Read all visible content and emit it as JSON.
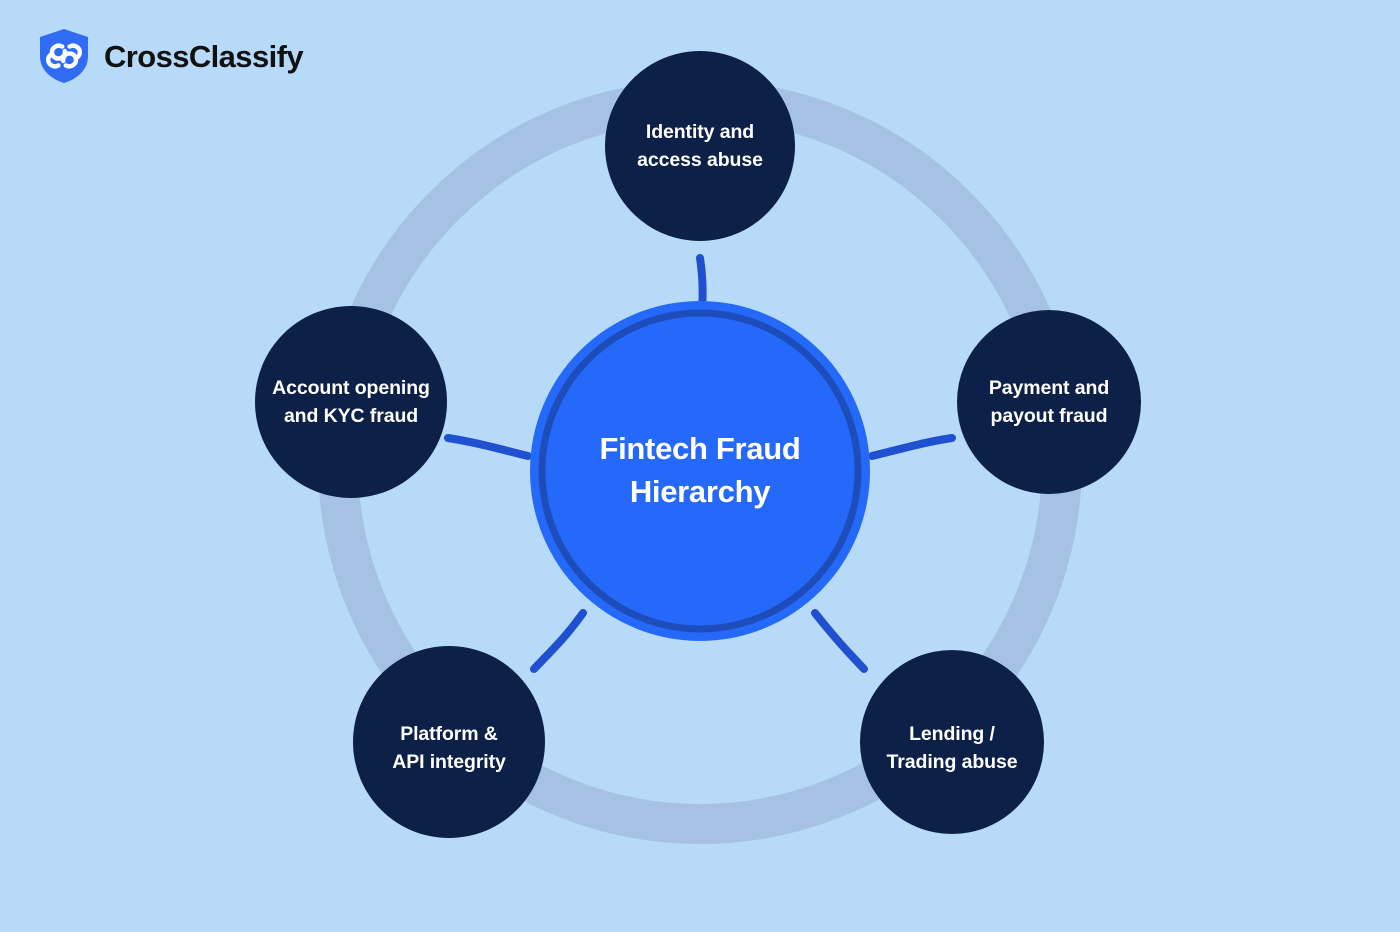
{
  "brand": {
    "name": "CrossClassify",
    "logo_icon": "shield-swirl-icon",
    "shield_color": "#2f6bf5",
    "shield_mark_color": "#ffffff",
    "wordmark_color": "#111111"
  },
  "diagram": {
    "type": "hub-and-spoke",
    "background_color": "#b6daf7",
    "outer_ring_color": "#a5c2e4",
    "connector_color": "#1f50cf",
    "center": {
      "label_line1": "Fintech Fraud",
      "label_line2": "Hierarchy",
      "fill_color": "#2569fb",
      "ring_color": "#1d4dbb",
      "text_color": "#ffffff"
    },
    "node_fill_color": "#0d2048",
    "node_text_color": "#ffffff",
    "nodes": [
      {
        "id": "identity-and-access-abuse",
        "label_line1": "Identity and",
        "label_line2": "access abuse",
        "position": "top"
      },
      {
        "id": "payment-and-payout-fraud",
        "label_line1": "Payment and",
        "label_line2": "payout fraud",
        "position": "right"
      },
      {
        "id": "lending-trading-abuse",
        "label_line1": "Lending /",
        "label_line2": "Trading abuse",
        "position": "bottom-right"
      },
      {
        "id": "platform-api-integrity",
        "label_line1": "Platform &",
        "label_line2": "API integrity",
        "position": "bottom-left"
      },
      {
        "id": "account-opening-and-kyc-fraud",
        "label_line1": "Account opening",
        "label_line2": "and KYC fraud",
        "position": "left"
      }
    ]
  }
}
